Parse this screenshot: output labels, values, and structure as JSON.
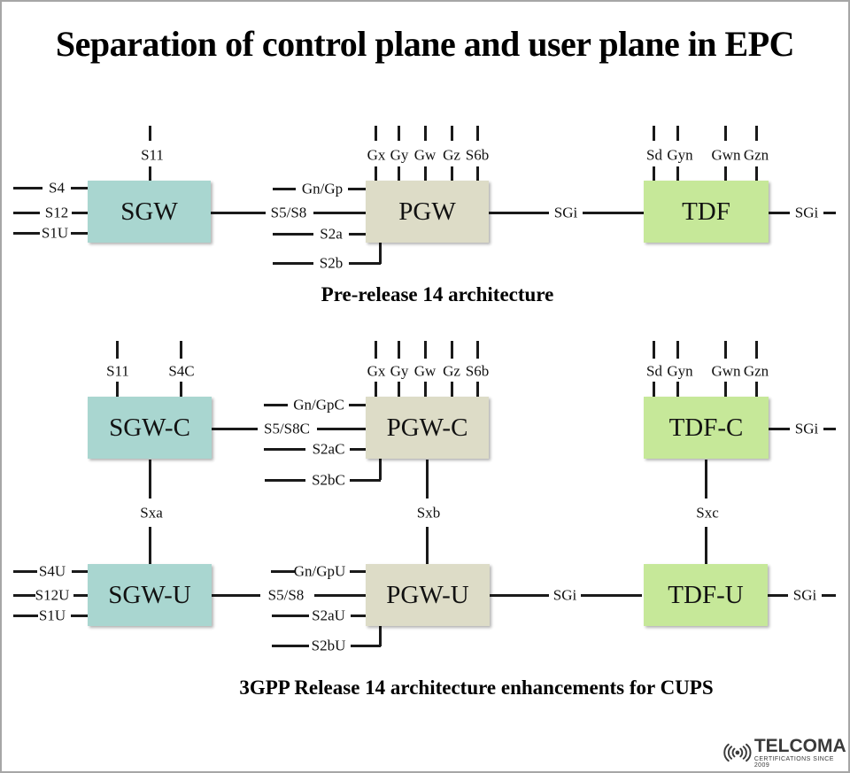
{
  "page": {
    "title": "Separation of control plane and user plane in EPC"
  },
  "colors": {
    "box_teal": "#a9d6d0",
    "box_beige": "#dddcc7",
    "box_green": "#c6e899",
    "line_color": "#1a1a1a"
  },
  "d1": {
    "caption": "Pre-release 14 architecture",
    "sgw": "SGW",
    "pgw": "PGW",
    "tdf": "TDF",
    "sgw_top": [
      "S11"
    ],
    "sgw_left": [
      "S4",
      "S12",
      "S1U"
    ],
    "link_sgw_pgw": "S5/S8",
    "pgw_top": [
      "Gx",
      "Gy",
      "Gw",
      "Gz",
      "S6b"
    ],
    "pgw_left": [
      "Gn/Gp",
      "S2a",
      "S2b"
    ],
    "link_pgw_tdf": "SGi",
    "tdf_top": [
      "Sd",
      "Gyn",
      "Gwn",
      "Gzn"
    ],
    "tdf_right": "SGi"
  },
  "d2": {
    "caption": "3GPP Release 14 architecture enhancements for CUPS",
    "sgwc": "SGW-C",
    "pgwc": "PGW-C",
    "tdfc": "TDF-C",
    "sgwu": "SGW-U",
    "pgwu": "PGW-U",
    "tdfu": "TDF-U",
    "sgwc_top": [
      "S11",
      "S4C"
    ],
    "link_sgwc_pgwc": "S5/S8C",
    "pgwc_top": [
      "Gx",
      "Gy",
      "Gw",
      "Gz",
      "S6b"
    ],
    "pgwc_left": [
      "Gn/GpC",
      "S2aC",
      "S2bC"
    ],
    "tdfc_top": [
      "Sd",
      "Gyn",
      "Gwn",
      "Gzn"
    ],
    "tdfc_right": "SGi",
    "sx": [
      "Sxa",
      "Sxb",
      "Sxc"
    ],
    "sgwu_left": [
      "S4U",
      "S12U",
      "S1U"
    ],
    "link_sgwu_pgwu": "S5/S8",
    "pgwu_left": [
      "Gn/GpU",
      "S2aU",
      "S2bU"
    ],
    "link_pgwu_tdfu": "SGi",
    "tdfu_right": "SGi"
  },
  "logo": {
    "name": "TELCOMA",
    "tagline": "CERTIFICATIONS SINCE 2009"
  }
}
